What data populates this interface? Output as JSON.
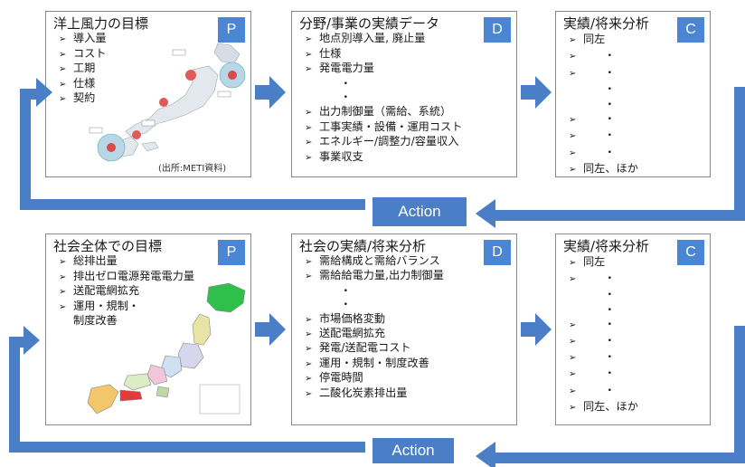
{
  "top": {
    "plan": {
      "title": "洋上風力の目標",
      "badge": "P",
      "items": [
        "導入量",
        "コスト",
        "工期",
        "仕様",
        "契約"
      ],
      "caption": "(出所:METI資料)"
    },
    "do": {
      "title": "分野/事業の実績データ",
      "badge": "D",
      "items": [
        "地点別導入量, 廃止量",
        "仕様",
        "発電電力量",
        "・",
        "・",
        "出力制御量（需給、系統）",
        "工事実績・設備・運用コスト",
        "エネルギー/調整力/容量収入",
        "事業収支"
      ]
    },
    "check": {
      "title": "実績/将来分析",
      "badge": "C",
      "items": [
        "同左",
        "・",
        "・",
        "・",
        "・",
        "・",
        "・",
        "・",
        "同左、ほか"
      ]
    },
    "action": "Action"
  },
  "bottom": {
    "plan": {
      "title": "社会全体での目標",
      "badge": "P",
      "items": [
        "総排出量",
        "排出ゼロ電源発電電力量",
        "送配電網拡充",
        "運用・規制・",
        "制度改善"
      ]
    },
    "do": {
      "title": "社会の実績/将来分析",
      "badge": "D",
      "items": [
        "需給構成と需給バランス",
        "需給給電力量,出力制御量",
        "・",
        "・",
        "市場価格変動",
        "送配電網拡充",
        "発電/送配電コスト",
        "運用・規制・制度改善",
        "停電時間",
        "二酸化炭素排出量"
      ]
    },
    "check": {
      "title": "実績/将来分析",
      "badge": "C",
      "items": [
        "同左",
        "・",
        "・",
        "・",
        "・",
        "・",
        "・",
        "・",
        "・",
        "同左、ほか"
      ]
    },
    "action": "Action"
  },
  "colors": {
    "accent": "#4a7fc8",
    "badge": "#4a86d4",
    "border": "#8a8a8a"
  }
}
